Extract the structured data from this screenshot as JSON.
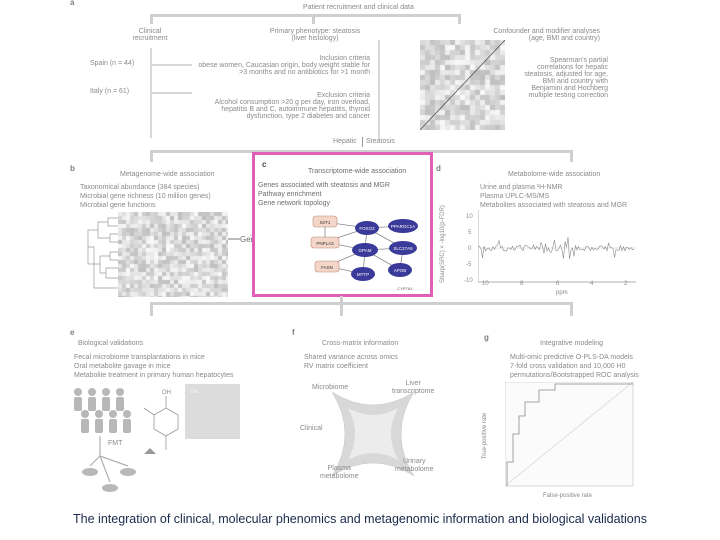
{
  "panel_a": {
    "letter": "a",
    "title": "Patient recruitment and clinical data",
    "col1_header": [
      "Clinical",
      "recruitment"
    ],
    "spain": "Spain (n = 44)",
    "italy": "Italy (n = 61)",
    "col2_header": [
      "Primary phenotype: steatosis",
      "(liver histology)"
    ],
    "inclusion_title": "Inclusion criteria",
    "inclusion_lines": [
      "obese women, Caucasian origin, body weight stable for",
      ">3 months and no antibiotics for >1 month"
    ],
    "exclusion_title": "Exclusion criteria",
    "exclusion_lines": [
      "Alcohol consumption >20 g per day, iron overload,",
      "hepatitis B and C, autoimmune hepatitis, thyroid",
      "dysfunction, type 2 diabetes and cancer"
    ],
    "col3_header": [
      "Confounder and modifier analyses",
      "(age, BMI and country)"
    ],
    "spearman_lines": [
      "Spearman's partial",
      "correlations for hepatic",
      "steatosis, adjusted for age,",
      "BMI and country with",
      "Benjamini and Hochberg",
      "multiple testing correction"
    ],
    "hepatic_label": "Hepatic",
    "steatosis_label": "Steatosis"
  },
  "panel_b": {
    "letter": "b",
    "title": "Metagenome-wide association",
    "lines": [
      "Taxonomical abundance (384 species)",
      "Microbial gene richness (10 million genes)",
      "Microbial gene functions"
    ],
    "gene_richness": "Gene richness"
  },
  "panel_c": {
    "letter": "c",
    "title": "Transcriptome-wide association",
    "lines": [
      "Genes associated with steatosis and MGR",
      "Pathway enrichment",
      "Gene network topology"
    ],
    "nodes": [
      {
        "label": "SirT1"
      },
      {
        "label": "PPARGC1A"
      },
      {
        "label": "FOXO3"
      },
      {
        "label": "PNPLA3"
      },
      {
        "label": "GPAM"
      },
      {
        "label": "SLC27A5"
      },
      {
        "label": "FASN"
      },
      {
        "label": "MTTP"
      },
      {
        "label": "APOB"
      },
      {
        "label": "CYP7A1"
      }
    ]
  },
  "panel_d": {
    "letter": "d",
    "title": "Metabolome-wide association",
    "lines": [
      "Urine and plasma ¹H-NMR",
      "Plasma UPLC-MS/MS",
      "Metabolites associated with steatosis and MGR"
    ],
    "ylabel": "Sharp(SRC) × -log10(p-FDR)",
    "xlabel": "ppm",
    "yticks": [
      "10",
      "5",
      "0",
      "-5",
      "-10"
    ],
    "xticks": [
      "10",
      "8",
      "6",
      "4",
      "2"
    ]
  },
  "panel_e": {
    "letter": "e",
    "title": "Biological validations",
    "lines": [
      "Fecal microbiome transplantations in mice",
      "Oral metabolite gavage in mice",
      "Metabolite treatment in primary human hepatocytes"
    ],
    "fmt": "FMT",
    "oh": "OH"
  },
  "panel_f": {
    "letter": "f",
    "title": "Cross-matrix information",
    "lines": [
      "Shared variance across omics",
      "RV matrix coefficient"
    ],
    "microbiome": "Microbiome",
    "liver": [
      "Liver",
      "transcriptome"
    ],
    "clinical": "Clinical",
    "plasma": [
      "Plasma",
      "metabolome"
    ],
    "urinary": [
      "Urinary",
      "metabolome"
    ]
  },
  "panel_g": {
    "letter": "g",
    "title": "Integrative modeling",
    "lines": [
      "Multi-omic predictive O-PLS-DA models",
      "7-fold cross validation and 10,000 H0",
      "permutations/Bootstrapped ROC analysis"
    ],
    "ylabel": "True-positive rate",
    "xlabel": "False-positive rate"
  },
  "caption": "The integration of clinical, molecular phenomics and metagenomic information and biological validations",
  "colors": {
    "highlight": "#e060b8",
    "caption": "#1a2a4a",
    "node": "#3a3a9a"
  }
}
